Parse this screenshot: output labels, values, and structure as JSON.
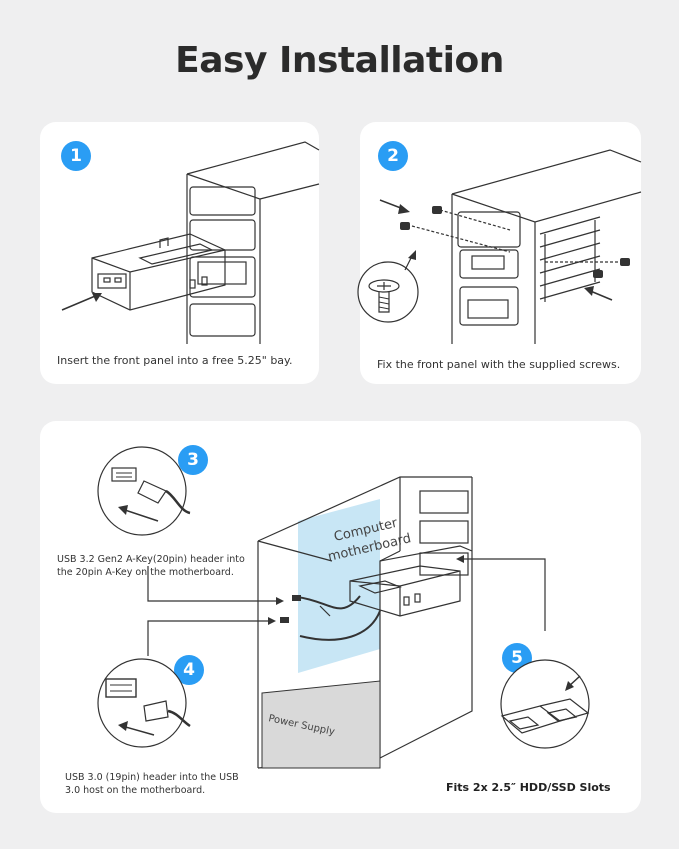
{
  "title": "Easy Installation",
  "steps": [
    {
      "number": "1",
      "caption": "Insert the front panel into a free 5.25\" bay."
    },
    {
      "number": "2",
      "caption": "Fix the front panel with the supplied screws."
    },
    {
      "number": "3",
      "caption": "USB 3.2 Gen2 A-Key(20pin) header into the 20pin A-Key on the motherboard."
    },
    {
      "number": "4",
      "caption": "USB 3.0 (19pin) header into the USB 3.0 host on the motherboard."
    },
    {
      "number": "5",
      "caption": "Fits 2x 2.5″ HDD/SSD Slots"
    }
  ],
  "diagram_labels": {
    "motherboard_line1": "Computer",
    "motherboard_line2": "motherboard",
    "power_supply": "Power Supply"
  },
  "colors": {
    "badge": "#2a9df4",
    "motherboard_fill": "#c8e6f5",
    "background": "#efeff0",
    "power_supply_fill": "#d9d9d9"
  },
  "icons": [
    "arrow-icon",
    "screw-icon",
    "usb-header-icon",
    "usb-plug-icon",
    "drive-tray-icon"
  ]
}
